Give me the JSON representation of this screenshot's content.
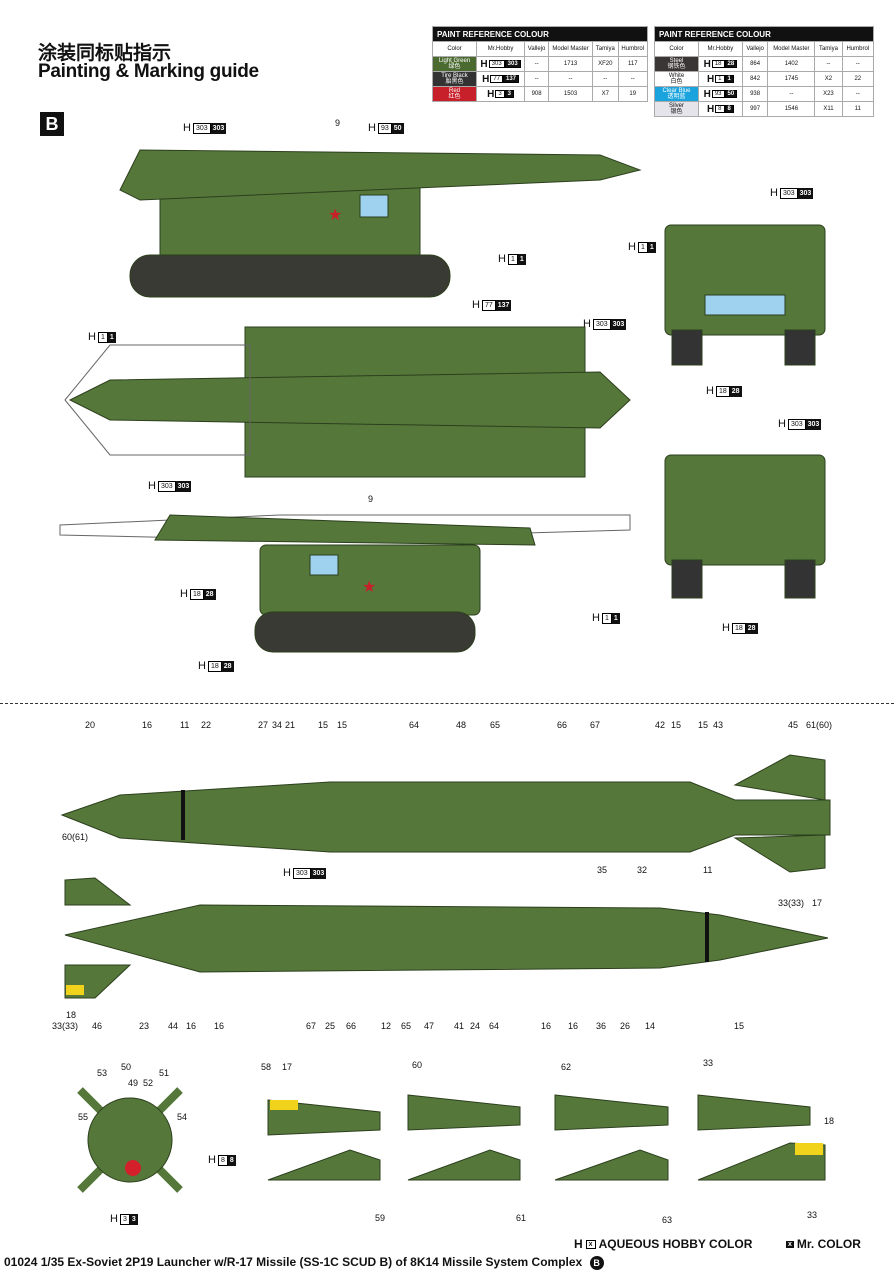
{
  "header": {
    "title_cn": "涂装同标贴指示",
    "title_en": "Painting & Marking guide",
    "scheme": "B"
  },
  "paint_tables": [
    {
      "title": "PAINT REFERENCE COLOUR",
      "columns": [
        "Color",
        "Mr.Hobby",
        "Vallejo",
        "Model Master",
        "Tamiya",
        "Humbrol"
      ],
      "rows": [
        {
          "name": "Light Green",
          "name_cn": "绿色",
          "color": "#4b6a30",
          "h_white": "303",
          "h_black": "303",
          "vallejo": "--",
          "model_master": "1713",
          "tamiya": "XF20",
          "humbrol": "117"
        },
        {
          "name": "Tire Black",
          "name_cn": "胎黑色",
          "color": "#333333",
          "h_white": "77",
          "h_black": "137",
          "vallejo": "--",
          "model_master": "--",
          "tamiya": "--",
          "humbrol": "--"
        },
        {
          "name": "Red",
          "name_cn": "红色",
          "color": "#c8202a",
          "h_white": "3",
          "h_black": "3",
          "vallejo": "908",
          "model_master": "1503",
          "tamiya": "X7",
          "humbrol": "19"
        }
      ]
    },
    {
      "title": "PAINT REFERENCE COLOUR",
      "columns": [
        "Color",
        "Mr.Hobby",
        "Vallejo",
        "Model Master",
        "Tamiya",
        "Humbrol"
      ],
      "rows": [
        {
          "name": "Steel",
          "name_cn": "钢铁色",
          "color": "#3a3633",
          "h_white": "18",
          "h_black": "28",
          "vallejo": "864",
          "model_master": "1402",
          "tamiya": "--",
          "humbrol": "--"
        },
        {
          "name": "White",
          "name_cn": "白色",
          "color": "#ffffff",
          "h_white": "1",
          "h_black": "1",
          "vallejo": "842",
          "model_master": "1745",
          "tamiya": "X2",
          "humbrol": "22"
        },
        {
          "name": "Clear Blue",
          "name_cn": "透明蓝",
          "color": "#1aa3dc",
          "h_white": "93",
          "h_black": "50",
          "vallejo": "938",
          "model_master": "--",
          "tamiya": "X23",
          "humbrol": "--"
        },
        {
          "name": "Silver",
          "name_cn": "银色",
          "color": "#e4e4ea",
          "h_white": "8",
          "h_black": "8",
          "vallejo": "997",
          "model_master": "1546",
          "tamiya": "X11",
          "humbrol": "11"
        }
      ]
    }
  ],
  "vehicle_callouts": [
    {
      "text": "9"
    },
    {
      "text": "9"
    }
  ],
  "h_labels": [
    {
      "w": "303",
      "k": "303"
    },
    {
      "w": "93",
      "k": "50"
    },
    {
      "w": "1",
      "k": "1"
    },
    {
      "w": "77",
      "k": "137"
    },
    {
      "w": "1",
      "k": "1"
    },
    {
      "w": "303",
      "k": "303"
    },
    {
      "w": "303",
      "k": "303"
    },
    {
      "w": "1",
      "k": "1"
    },
    {
      "w": "18",
      "k": "28"
    },
    {
      "w": "303",
      "k": "303"
    },
    {
      "w": "18",
      "k": "28"
    },
    {
      "w": "1",
      "k": "1"
    },
    {
      "w": "18",
      "k": "28"
    },
    {
      "w": "303",
      "k": "303"
    },
    {
      "w": "18",
      "k": "28"
    },
    {
      "w": "303",
      "k": "303"
    },
    {
      "w": "8",
      "k": "8"
    },
    {
      "w": "3",
      "k": "3"
    }
  ],
  "missile_top_callouts": [
    "20",
    "16",
    "11",
    "22",
    "27",
    "34",
    "21",
    "15",
    "15",
    "64",
    "48",
    "65",
    "66",
    "67",
    "42",
    "15",
    "15",
    "43",
    "45",
    "61(60)",
    "60(61)",
    "33(33)",
    "17"
  ],
  "missile_bottom_callouts": [
    "35",
    "32",
    "11",
    "18",
    "33(33)",
    "46",
    "23",
    "44",
    "16",
    "16",
    "67",
    "25",
    "66",
    "12",
    "65",
    "47",
    "41",
    "24",
    "64",
    "16",
    "16",
    "36",
    "26",
    "14",
    "15"
  ],
  "rear_callouts": [
    "53",
    "50",
    "49",
    "52",
    "51",
    "55",
    "54"
  ],
  "fin_callouts": [
    "58",
    "17",
    "60",
    "62",
    "33",
    "18",
    "59",
    "61",
    "63",
    "33"
  ],
  "legend": {
    "h_text": "AQUEOUS HOBBY COLOR",
    "k_text": "Mr. COLOR"
  },
  "footer": {
    "text": "01024 1/35  Ex-Soviet 2P19 Launcher w/R-17 Missile (SS-1C SCUD B) of 8K14 Missile System Complex",
    "badge": "B"
  }
}
